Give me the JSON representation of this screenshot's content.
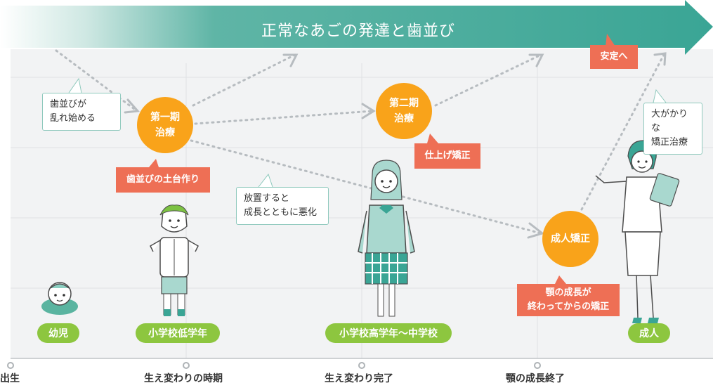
{
  "title": "正常なあごの発達と歯並び",
  "axis": {
    "t0": "出生",
    "t1": "生え変わりの時期",
    "t2": "生え変わり完了",
    "t3": "顎の成長終了"
  },
  "stages": {
    "infant": "幼児",
    "lower_elementary": "小学校低学年",
    "upper_elementary": "小学校高学年〜中学校",
    "adult": "成人"
  },
  "treatments": {
    "phase1_line1": "第一期",
    "phase1_line2": "治療",
    "phase2_line1": "第二期",
    "phase2_line2": "治療",
    "adult": "成人矯正"
  },
  "notes": {
    "foundation": "歯並びの土台作り",
    "finishing": "仕上げ矯正",
    "stable": "安定へ",
    "after_growth_line1": "顎の成長が",
    "after_growth_line2": "終わってからの矯正"
  },
  "bubbles": {
    "start_line1": "歯並びが",
    "start_line2": "乱れ始める",
    "neglect_line1": "放置すると",
    "neglect_line2": "成長とともに悪化",
    "big_line1": "大がかりな",
    "big_line2": "矯正治療"
  },
  "colors": {
    "teal": "#3aa595",
    "green": "#8dc63f",
    "orange": "#f9a31a",
    "coral": "#ee6f55",
    "grid_bg": "#f2f3f4"
  }
}
